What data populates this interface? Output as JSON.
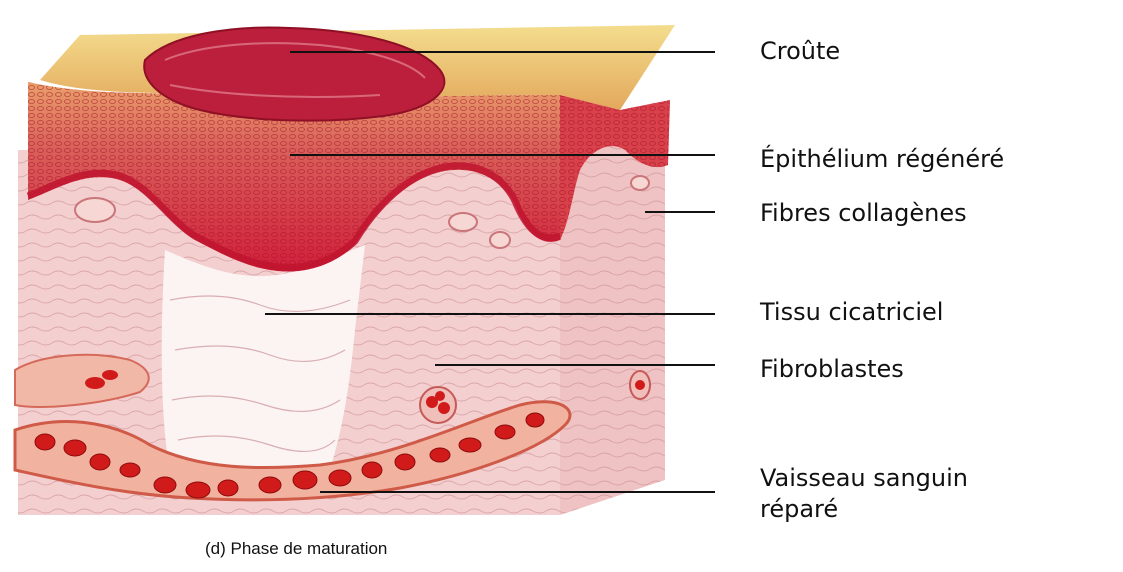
{
  "labels": {
    "croute": "Croûte",
    "epithelium": "Épithélium régénéré",
    "fibres": "Fibres collagènes",
    "tissu": "Tissu cicatriciel",
    "fibroblastes": "Fibroblastes",
    "vaisseau_line1": "Vaisseau sanguin",
    "vaisseau_line2": "réparé"
  },
  "caption": "(d) Phase de maturation",
  "colors": {
    "scab": "#b81e3a",
    "epidermis": "#d8243c",
    "dermis": "#f2c9c8",
    "scar_tissue": "#fbeff0",
    "crust_top": "#e9c67a",
    "blood_vessel": "#d6453a",
    "red_cell": "#d11a1a",
    "text": "#111111"
  }
}
